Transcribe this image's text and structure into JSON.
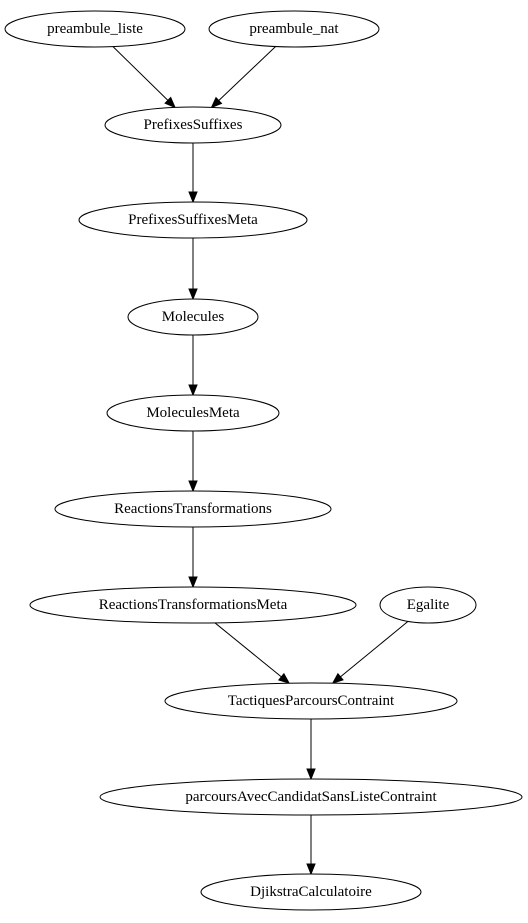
{
  "graph": {
    "nodes": [
      {
        "id": "preambule_liste",
        "label": "preambule_liste"
      },
      {
        "id": "preambule_nat",
        "label": "preambule_nat"
      },
      {
        "id": "PrefixesSuffixes",
        "label": "PrefixesSuffixes"
      },
      {
        "id": "PrefixesSuffixesMeta",
        "label": "PrefixesSuffixesMeta"
      },
      {
        "id": "Molecules",
        "label": "Molecules"
      },
      {
        "id": "MoleculesMeta",
        "label": "MoleculesMeta"
      },
      {
        "id": "ReactionsTransformations",
        "label": "ReactionsTransformations"
      },
      {
        "id": "ReactionsTransformationsMeta",
        "label": "ReactionsTransformationsMeta"
      },
      {
        "id": "Egalite",
        "label": "Egalite"
      },
      {
        "id": "TactiquesParcoursContraint",
        "label": "TactiquesParcoursContraint"
      },
      {
        "id": "parcoursAvecCandidatSansListeContraint",
        "label": "parcoursAvecCandidatSansListeContraint"
      },
      {
        "id": "DjikstraCalculatoire",
        "label": "DjikstraCalculatoire"
      }
    ],
    "edges": [
      {
        "from": "preambule_liste",
        "to": "PrefixesSuffixes"
      },
      {
        "from": "preambule_nat",
        "to": "PrefixesSuffixes"
      },
      {
        "from": "PrefixesSuffixes",
        "to": "PrefixesSuffixesMeta"
      },
      {
        "from": "PrefixesSuffixesMeta",
        "to": "Molecules"
      },
      {
        "from": "Molecules",
        "to": "MoleculesMeta"
      },
      {
        "from": "MoleculesMeta",
        "to": "ReactionsTransformations"
      },
      {
        "from": "ReactionsTransformations",
        "to": "ReactionsTransformationsMeta"
      },
      {
        "from": "ReactionsTransformationsMeta",
        "to": "TactiquesParcoursContraint"
      },
      {
        "from": "Egalite",
        "to": "TactiquesParcoursContraint"
      },
      {
        "from": "TactiquesParcoursContraint",
        "to": "parcoursAvecCandidatSansListeContraint"
      },
      {
        "from": "parcoursAvecCandidatSansListeContraint",
        "to": "DjikstraCalculatoire"
      }
    ]
  }
}
